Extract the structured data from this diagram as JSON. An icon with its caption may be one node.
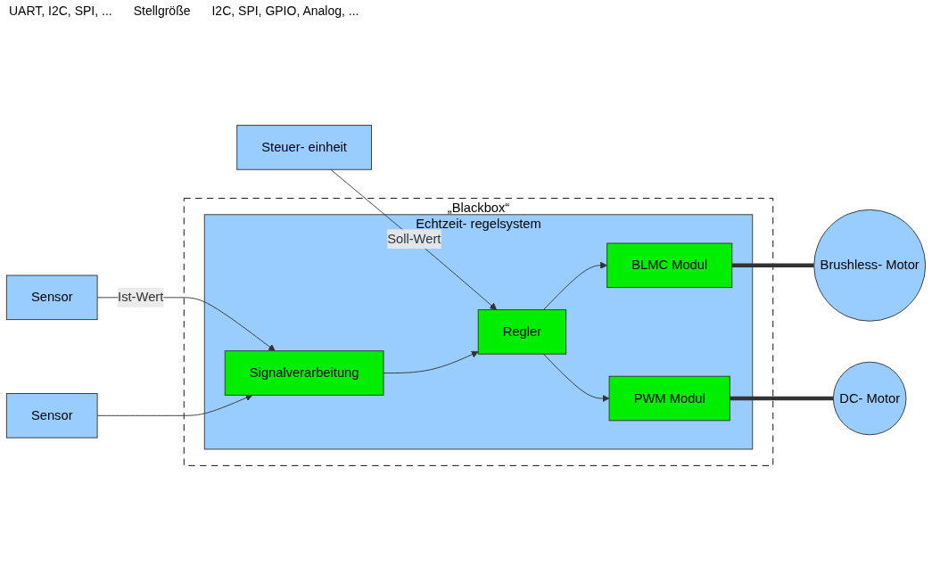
{
  "diagram": {
    "nodes": [
      {
        "text": [
          "„Blackbox“"
        ]
      },
      {
        "text": [
          "Echtzeit- regelsystem"
        ],
        "in": 0
      },
      {
        "text": [
          "Regler"
        ],
        "in": 1
      },
      {
        "text": [
          "Signalverarbeitung"
        ],
        "in": 1
      },
      {
        "text": [
          "BLMC Modul"
        ],
        "in": 1
      },
      {
        "text": [
          "PWM Modul"
        ],
        "in": 1
      },
      {
        "text": [
          "Steuer- einheit"
        ]
      },
      {
        "text": [
          "Brushless- Motor"
        ]
      },
      {
        "text": [
          "DC- Motor"
        ]
      },
      {
        "text": [
          "Sensor"
        ]
      },
      {
        "text": [
          "Sensor"
        ]
      }
    ],
    "edges": [
      {
        "from": 6,
        "to": 2,
        "arrow": "to",
        "label": "Soll-Wert"
      },
      {
        "from": 3,
        "to": 2,
        "arrow": "to"
      },
      {
        "from": 2,
        "to": 4,
        "arrow": "to"
      },
      {
        "from": 2,
        "to": 5,
        "arrow": "to"
      },
      {
        "from": 4,
        "to": 7,
        "arrow": "none",
        "style": "thick"
      },
      {
        "from": 5,
        "to": 8,
        "arrow": "none",
        "style": "thick"
      },
      {
        "from": 9,
        "to": 3,
        "arrow": "to",
        "label": "Ist-Wert"
      },
      {
        "from": 10,
        "to": 3,
        "arrow": "to"
      }
    ],
    "labels": [
      "UART, I2C, SPI, ...",
      "Stellgröße",
      "I2C, SPI, GPIO, Analog, ..."
    ]
  }
}
